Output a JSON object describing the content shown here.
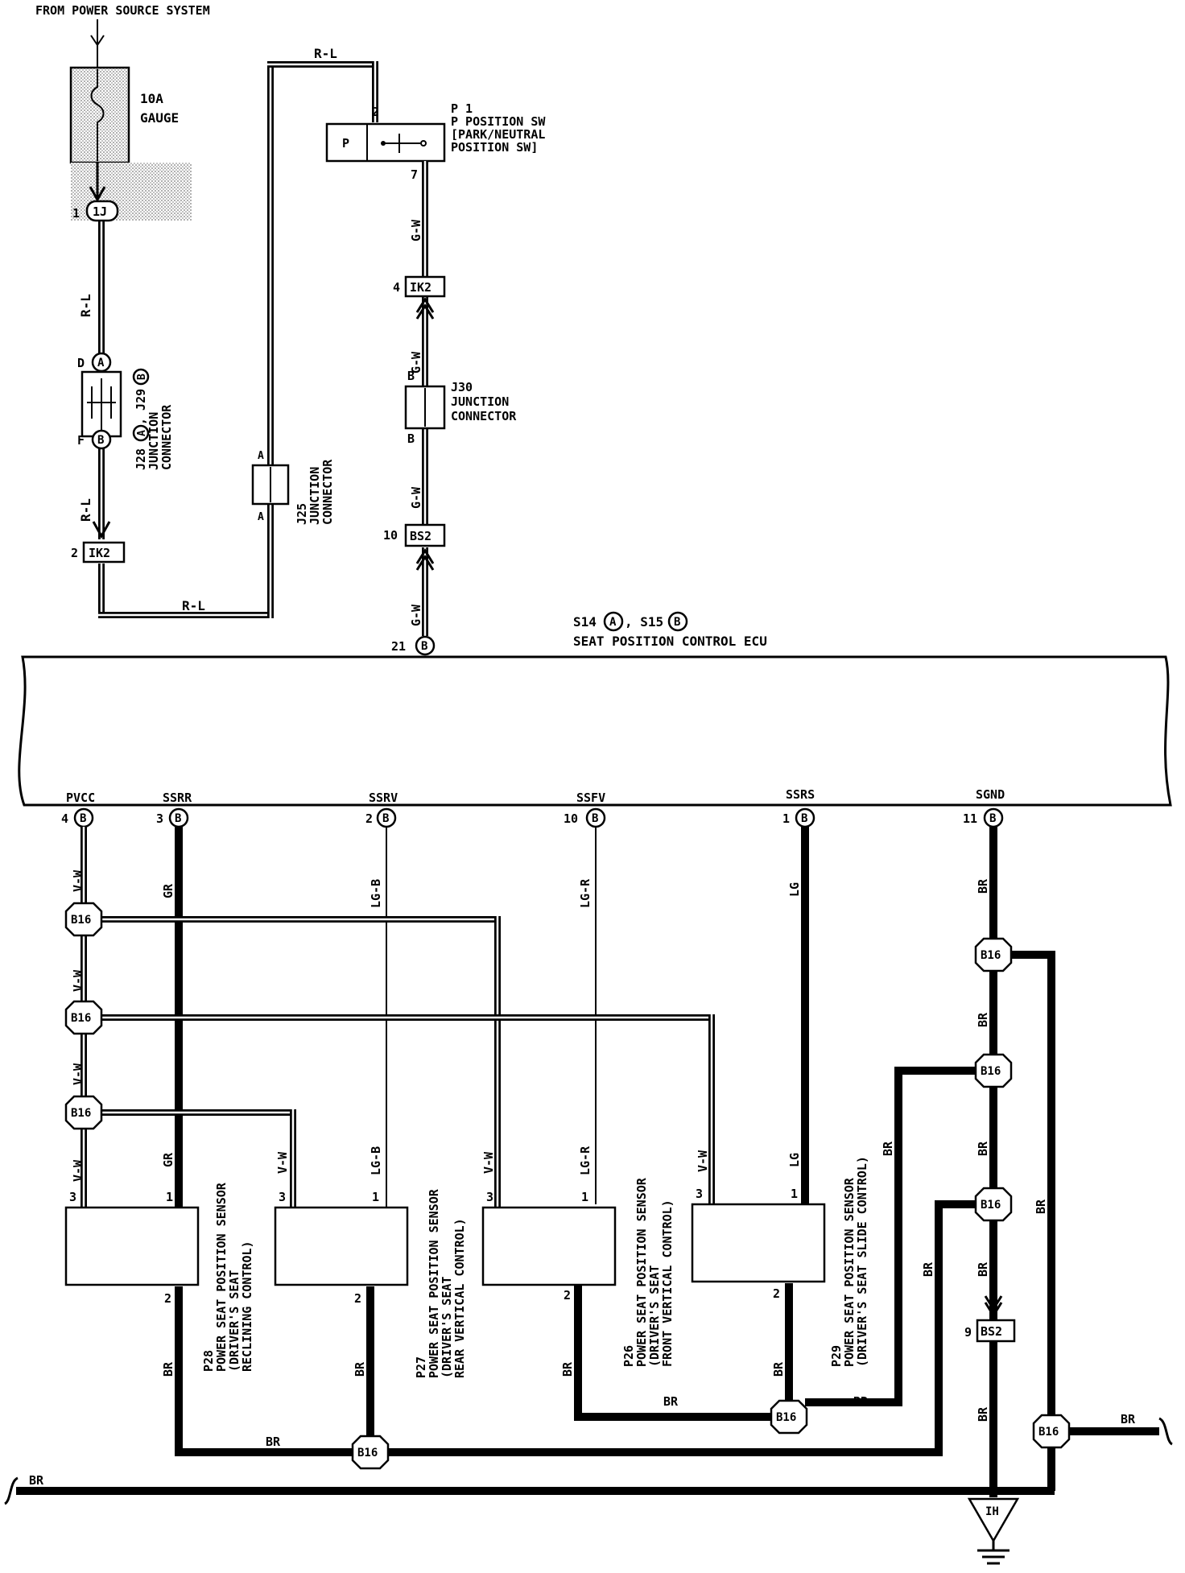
{
  "header": {
    "title": "FROM POWER SOURCE SYSTEM"
  },
  "fuse": {
    "rating": "10A",
    "name": "GAUGE"
  },
  "top_left": {
    "pin_1": "1",
    "connector_1": "1J",
    "wire_rl_1": "R-L",
    "pin_d": "D",
    "letter_a": "A",
    "j28_label": "J28",
    "circle_a": "A",
    "j29_label": ", J29",
    "circle_b": "B",
    "j28_line2": "JUNCTION",
    "j28_line3": "CONNECTOR",
    "pin_f": "F",
    "letter_b": "B",
    "wire_rl_2": "R-L",
    "pin_2": "2",
    "connector_ik2": "IK2",
    "wire_rl_3": "R-L"
  },
  "j25": {
    "pin_top": "A",
    "pin_bottom": "A",
    "line1": "J25",
    "line2": "JUNCTION",
    "line3": "CONNECTOR"
  },
  "top_center": {
    "wire_rl_top": "R-L",
    "p1_pin_2": "2",
    "p1_pin_7": "7",
    "p1_box_letter": "P",
    "p1_line1": "P 1",
    "p1_line2": "P POSITION SW",
    "p1_line3": "[PARK/NEUTRAL",
    "p1_line4": " POSITION SW]",
    "wire_gw_1": "G-W",
    "pin_4": "4",
    "connector_ik2": "IK2",
    "wire_gw_2": "G-W",
    "wire_b_1": "B",
    "j30_line1": "J30",
    "j30_line2": "JUNCTION",
    "j30_line3": "CONNECTOR",
    "wire_b_2": "B",
    "wire_gw_3": "G-W",
    "pin_10": "10",
    "connector_bs2": "BS2",
    "wire_gw_4": "G-W",
    "pin_21": "21",
    "circle_b": "B",
    "terminal_p": "P"
  },
  "ecu": {
    "name_part1": "S14",
    "circle_a": "A",
    "name_part2": ", S15",
    "circle_b": "B",
    "title": "SEAT POSITION CONTROL ECU",
    "terminals": [
      {
        "name": "PVCC",
        "pin": "4",
        "letter": "B"
      },
      {
        "name": "SSRR",
        "pin": "3",
        "letter": "B"
      },
      {
        "name": "SSRV",
        "pin": "2",
        "letter": "B"
      },
      {
        "name": "SSFV",
        "pin": "10",
        "letter": "B"
      },
      {
        "name": "SSRS",
        "pin": "1",
        "letter": "B"
      },
      {
        "name": "SGND",
        "pin": "11",
        "letter": "B"
      }
    ]
  },
  "wires": {
    "vw_1": "V-W",
    "vw_2": "V-W",
    "vw_3": "V-W",
    "vw_4": "V-W",
    "gr_1": "GR",
    "gr_2": "GR",
    "lgb_1": "LG-B",
    "lgb_2": "LG-B",
    "lgr_1": "LG-R",
    "lgr_2": "LG-R",
    "lg_1": "LG",
    "lg_2": "LG",
    "vw_p28": "V-W",
    "vw_p27": "V-W",
    "vw_p26": "V-W",
    "br_sgnd_1": "BR",
    "br_sgnd_2": "BR",
    "br_sgnd_3": "BR",
    "br_sgnd_4": "BR",
    "br_sgnd_5": "BR",
    "br_right": "BR",
    "br_far_right": "BR",
    "br_p28": "BR",
    "br_p27": "BR",
    "br_p26": "BR",
    "br_p29": "BR",
    "br_bottom_1": "BR",
    "br_bottom_2": "BR",
    "br_bottom_3": "BR",
    "br_long_1": "BR",
    "br_long_2": "BR",
    "br_ground": "BR",
    "br_out": "BR"
  },
  "splices": {
    "b16_1": "B16",
    "b16_2": "B16",
    "b16_3": "B16",
    "b16_4": "B16",
    "b16_5": "B16",
    "b16_6": "B16",
    "b16_7": "B16",
    "b16_8": "B16",
    "b16_9": "B16"
  },
  "bs2_lower": {
    "pin": "9",
    "name": "BS2"
  },
  "ground": {
    "name": "IH"
  },
  "sensors": {
    "p28": {
      "pin_3": "3",
      "pin_1": "1",
      "pin_2": "2",
      "line1": "P28",
      "line2": "POWER SEAT POSITION SENSOR",
      "line3": "(DRIVER'S SEAT",
      "line4": " RECLINING CONTROL)"
    },
    "p_rv": {
      "pin_3": "3",
      "pin_1": "1",
      "pin_2": "2",
      "line1": "P27",
      "line2": "POWER SEAT POSITION SENSOR",
      "line3": "(DRIVER'S SEAT",
      "line4": " REAR VERTICAL CONTROL)"
    },
    "p27": {
      "pin_3": "3",
      "pin_1": "1",
      "pin_2": "2"
    },
    "p26": {
      "pin_3": "3",
      "pin_1": "1",
      "pin_2": "2",
      "line1": "P26",
      "line2": "POWER SEAT POSITION SENSOR",
      "line3": "(DRIVER'S SEAT",
      "line4": " FRONT VERTICAL CONTROL)"
    },
    "p29": {
      "line1": "P29",
      "line2": "POWER SEAT POSITION SENSOR",
      "line3": "(DRIVER'S SEAT SLIDE CONTROL)"
    }
  }
}
